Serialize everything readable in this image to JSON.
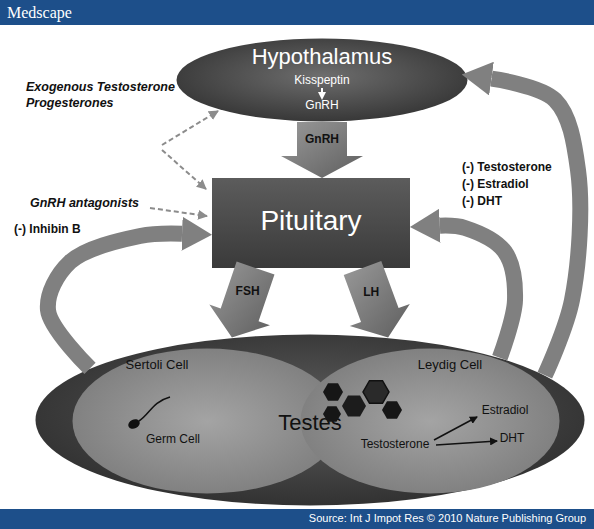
{
  "diagram": {
    "caption": "Source: Int J Impot Res © 2010 Nature Publishing Group",
    "nodes": [
      {
        "text": [
          "Hypothalamus",
          "Kisspeptin",
          "GnRH"
        ]
      },
      {
        "text": [
          "Pituitary"
        ]
      },
      {
        "text": [
          "Testes"
        ]
      },
      {
        "text": [
          "Sertoli Cell",
          "Germ Cell"
        ],
        "in": 2
      },
      {
        "text": [
          "Leydig Cell",
          "Estradiol",
          "DHT",
          "Testosterone"
        ],
        "in": 2
      }
    ],
    "edges": [
      {
        "from": 0,
        "to": 1,
        "label": "GnRH",
        "arrow": "to"
      },
      {
        "from": 1,
        "to": 2,
        "label": "FSH",
        "arrow": "to"
      },
      {
        "from": 1,
        "to": 2,
        "label": "LH",
        "arrow": "to"
      },
      {
        "from": 2,
        "to": 1,
        "arrow": "to"
      },
      {
        "from": 2,
        "to": 1,
        "arrow": "to"
      },
      {
        "from": 2,
        "to": 0,
        "arrow": "to"
      }
    ],
    "labels": [
      "Medscape",
      "Exogenous Testosterone",
      "Progesterones",
      "GnRH antagonists",
      "(-) Inhibin B",
      "(-) Testosterone",
      "(-) Estradiol",
      "(-) DHT"
    ]
  }
}
